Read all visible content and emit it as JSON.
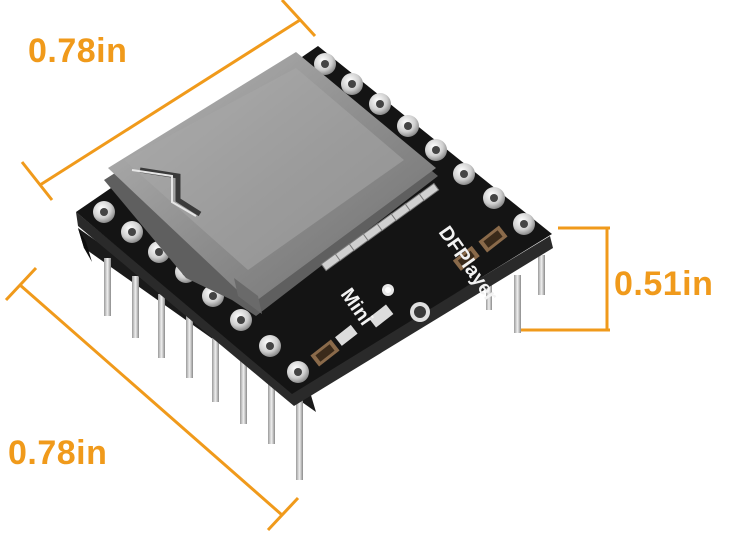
{
  "dimensions": {
    "width_top": "0.78in",
    "width_bottom": "0.78in",
    "height_right": "0.51in"
  },
  "board": {
    "silkscreen_line1": "DFPlayer",
    "silkscreen_line2": "Mini"
  },
  "colors": {
    "dimension_accent": "#F09A1B",
    "pcb": "#141414",
    "sd_slot": "#9c9c9c",
    "pin": "#d7d7d7"
  }
}
